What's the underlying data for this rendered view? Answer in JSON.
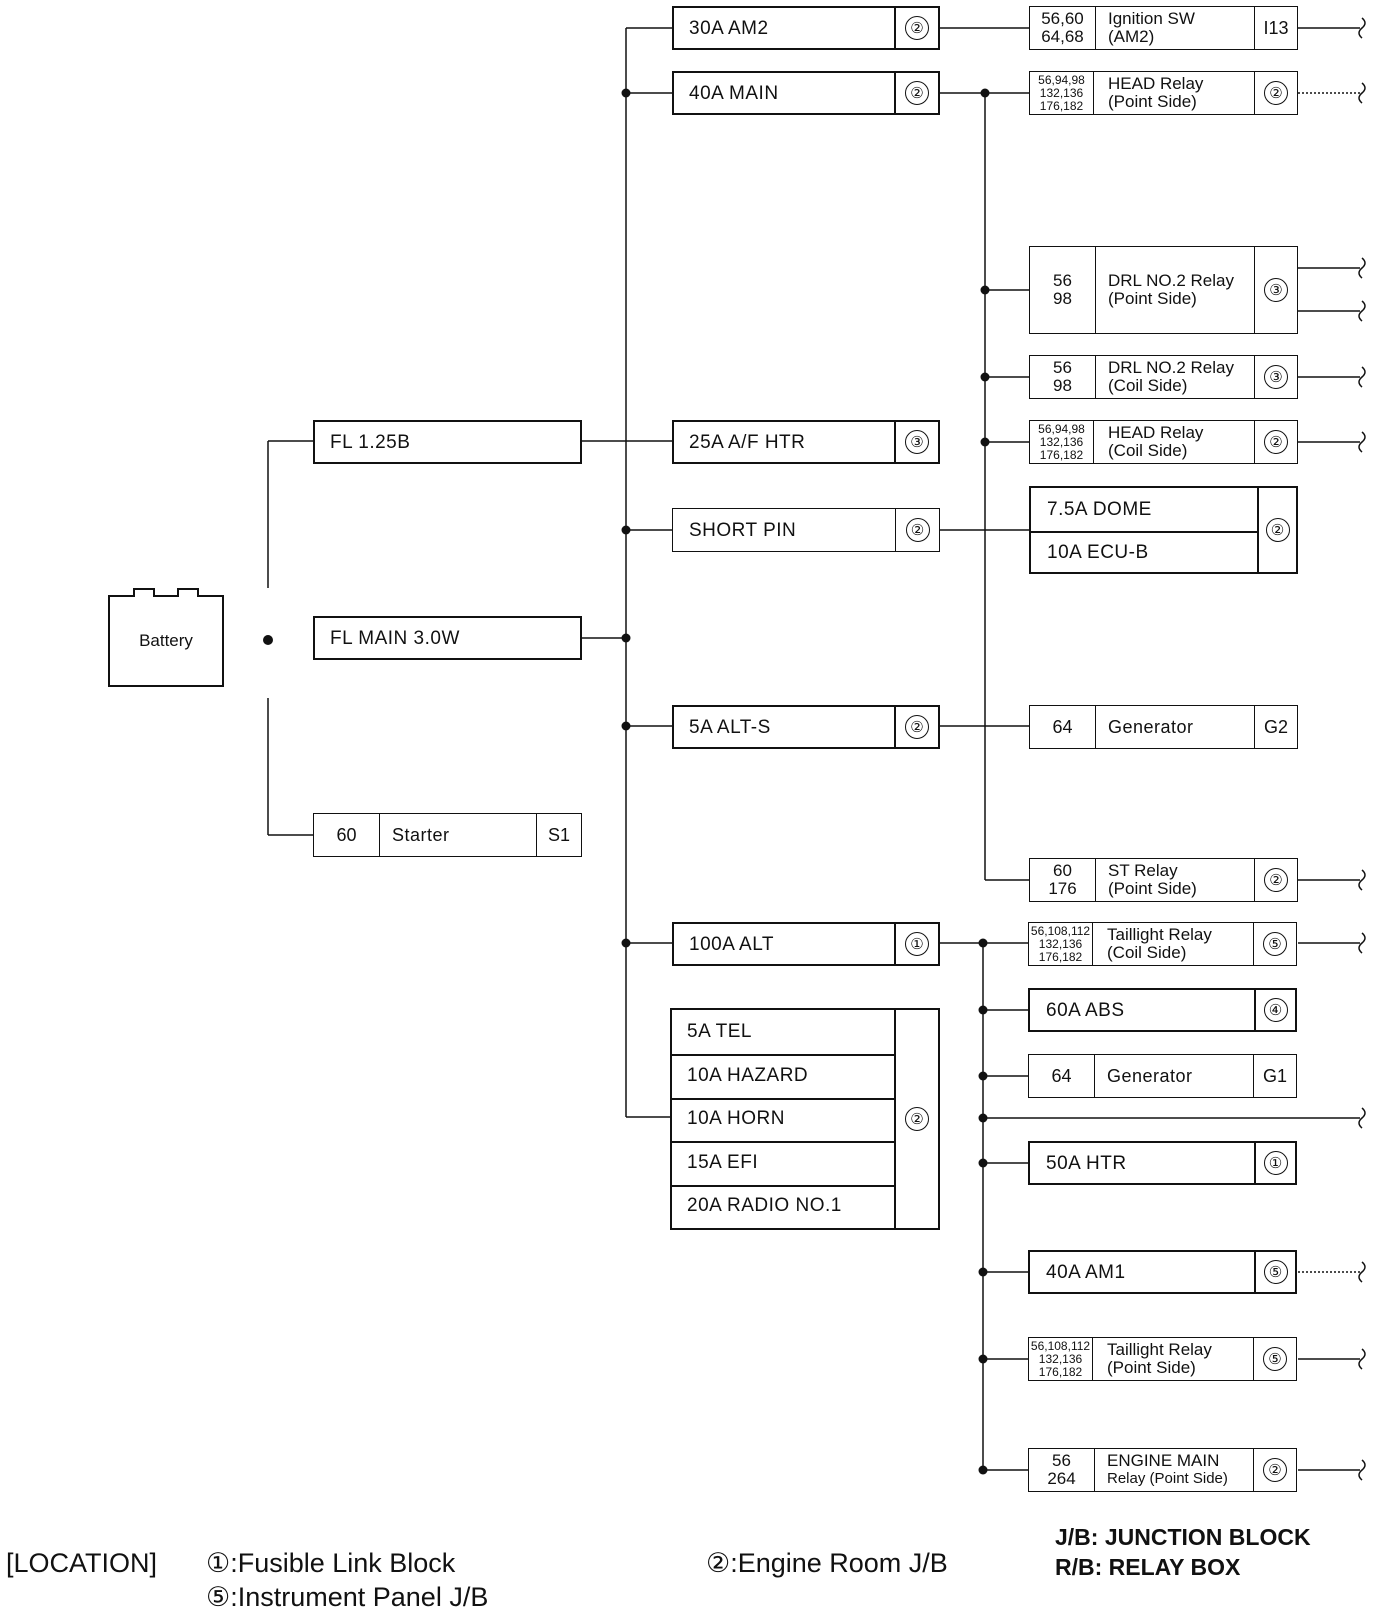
{
  "battery": {
    "label": "Battery"
  },
  "fusible_links": [
    {
      "id": "fl125",
      "label": "FL 1.25B"
    },
    {
      "id": "flmain",
      "label": "FL MAIN 3.0W"
    }
  ],
  "starter": {
    "ref": "60",
    "name": "Starter",
    "code": "S1"
  },
  "main_fuses": [
    {
      "id": "am2",
      "label": "30A AM2",
      "loc": "②"
    },
    {
      "id": "main",
      "label": "40A MAIN",
      "loc": "②"
    },
    {
      "id": "afhtr",
      "label": "25A A/F HTR",
      "loc": "③"
    },
    {
      "id": "shortpin",
      "label": "SHORT PIN",
      "loc": "②"
    },
    {
      "id": "alts",
      "label": "5A ALT-S",
      "loc": "②"
    },
    {
      "id": "alt100",
      "label": "100A ALT",
      "loc": "①"
    }
  ],
  "fuse_group": {
    "items": [
      "5A TEL",
      "10A HAZARD",
      "10A HORN",
      "15A EFI",
      "20A RADIO NO.1"
    ],
    "loc": "②"
  },
  "dome_group": {
    "items": [
      "7.5A DOME",
      "10A ECU-B"
    ],
    "loc": "②"
  },
  "components": [
    {
      "id": "ignsw",
      "ref": [
        "56,60",
        "64,68"
      ],
      "name": [
        "Ignition SW",
        "(AM2)"
      ],
      "code": "I13"
    },
    {
      "id": "headpt",
      "ref": [
        "56,94,98",
        "132,136",
        "176,182"
      ],
      "name": [
        "HEAD Relay",
        "(Point Side)"
      ],
      "code": "②"
    },
    {
      "id": "drlpt",
      "ref": [
        "56",
        "98"
      ],
      "name": [
        "DRL NO.2 Relay",
        "(Point Side)"
      ],
      "code": "③"
    },
    {
      "id": "drlcoil",
      "ref": [
        "56",
        "98"
      ],
      "name": [
        "DRL NO.2 Relay",
        "(Coil Side)"
      ],
      "code": "③"
    },
    {
      "id": "headcoil",
      "ref": [
        "56,94,98",
        "132,136",
        "176,182"
      ],
      "name": [
        "HEAD Relay",
        "(Coil Side)"
      ],
      "code": "②"
    },
    {
      "id": "gen2",
      "ref": [
        "64"
      ],
      "name": [
        "Generator"
      ],
      "code": "G2"
    },
    {
      "id": "strelay",
      "ref": [
        "60",
        "176"
      ],
      "name": [
        "ST Relay",
        "(Point Side)"
      ],
      "code": "②"
    },
    {
      "id": "tailcoil",
      "ref": [
        "56,108,112",
        "132,136",
        "176,182"
      ],
      "name": [
        "Taillight Relay",
        "(Coil Side)"
      ],
      "code": "⑤"
    },
    {
      "id": "abs",
      "ref": [],
      "name": [
        "60A ABS"
      ],
      "code": "④"
    },
    {
      "id": "gen1",
      "ref": [
        "64"
      ],
      "name": [
        "Generator"
      ],
      "code": "G1"
    },
    {
      "id": "htr50",
      "ref": [],
      "name": [
        "50A HTR"
      ],
      "code": "①"
    },
    {
      "id": "am1",
      "ref": [],
      "name": [
        "40A AM1"
      ],
      "code": "⑤"
    },
    {
      "id": "tailpt",
      "ref": [
        "56,108,112",
        "132,136",
        "176,182"
      ],
      "name": [
        "Taillight Relay",
        "(Point Side)"
      ],
      "code": "⑤"
    },
    {
      "id": "engmain",
      "ref": [
        "56",
        "264"
      ],
      "name": [
        "ENGINE MAIN",
        "Relay (Point Side)"
      ],
      "code": "②"
    }
  ],
  "legend": {
    "location_title": "[LOCATION]",
    "loc1": "①:Fusible Link Block",
    "loc2": "②:Engine Room J/B",
    "loc5": "⑤:Instrument Panel J/B",
    "jb": "J/B: JUNCTION BLOCK",
    "rb": "R/B: RELAY BOX"
  }
}
